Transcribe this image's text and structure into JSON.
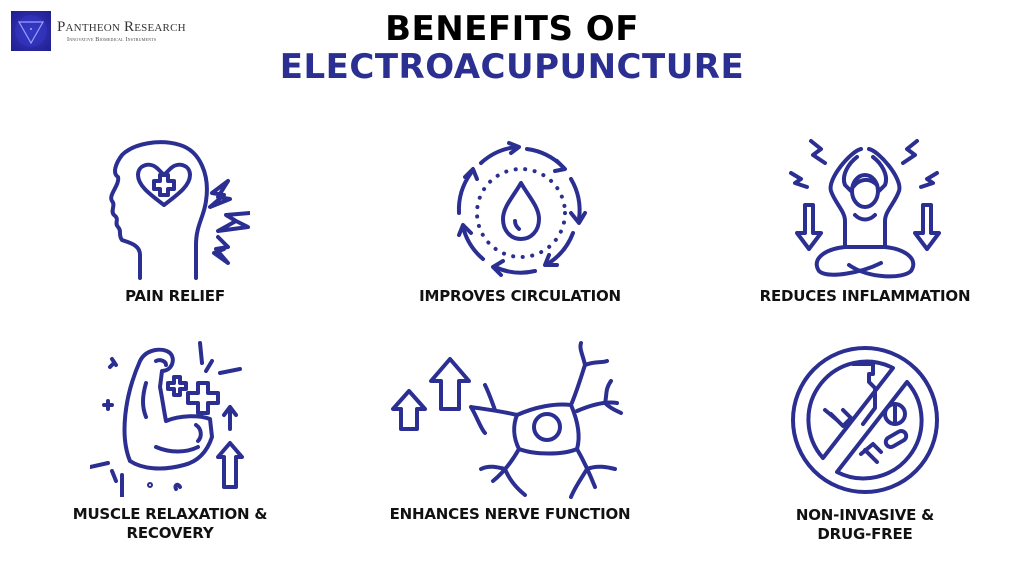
{
  "brand": {
    "name": "Pantheon Research",
    "tagline": "Innovative Biomedical Instruments",
    "logo_icon": "triangle-in-circle-icon",
    "logo_color": "#2a2aa6"
  },
  "header": {
    "title_line1": "BENEFITS OF",
    "title_line2": "ELECTROACUPUNCTURE",
    "accent_color": "#2b2f91"
  },
  "benefits": [
    {
      "label": "PAIN RELIEF",
      "icon": "head-heart-lightning-icon"
    },
    {
      "label": "IMPROVES CIRCULATION",
      "icon": "droplet-cycle-icon"
    },
    {
      "label": "REDUCES INFLAMMATION",
      "icon": "meditating-person-icon"
    },
    {
      "label": "MUSCLE RELAXATION &",
      "label2": "RECOVERY",
      "icon": "flexed-arm-icon"
    },
    {
      "label": "ENHANCES NERVE FUNCTION",
      "icon": "neuron-arrows-icon"
    },
    {
      "label": "NON-INVASIVE &",
      "label2": "DRUG-FREE",
      "icon": "no-drugs-icon"
    }
  ]
}
